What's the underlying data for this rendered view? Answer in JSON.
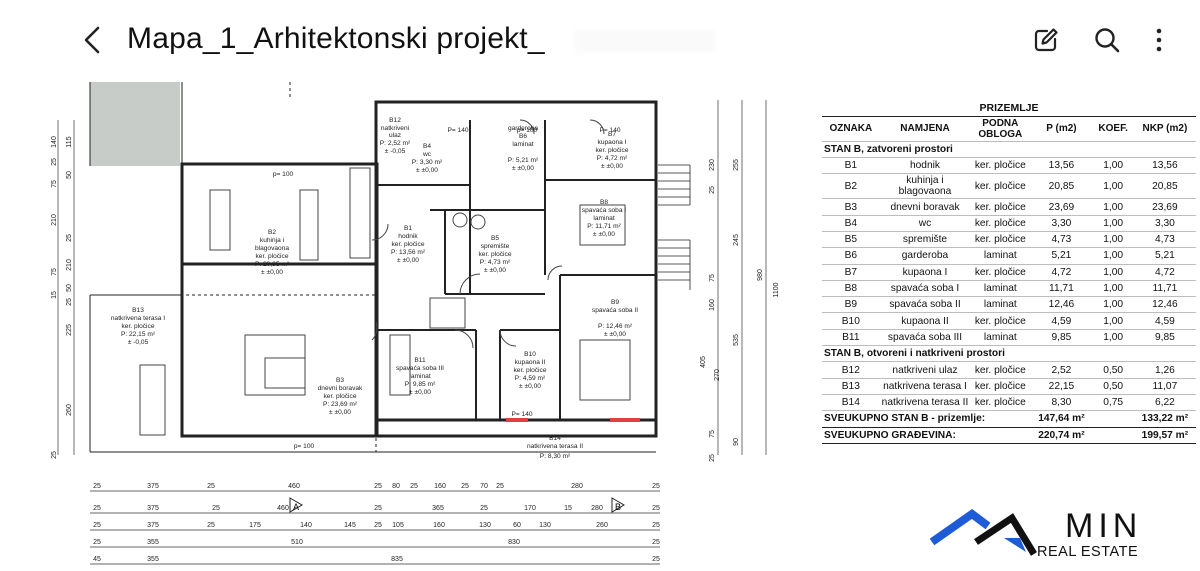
{
  "header": {
    "title": "Mapa_1_Arhitektonski projekt_"
  },
  "plan": {
    "rooms": [
      {
        "code": "B1",
        "name": "hodnik",
        "floor": "ker. pločice",
        "area": "P: 13,56 m²",
        "level": "± ±0,00"
      },
      {
        "code": "B2",
        "name": "kuhinja i",
        "name2": "blagovaona",
        "floor": "ker. pločice",
        "area": "P: 20,85 m²",
        "level": "± ±0,00"
      },
      {
        "code": "B3",
        "name": "dnevni boravak",
        "floor": "ker. pločice",
        "area": "P: 23,69 m²",
        "level": "± ±0,00"
      },
      {
        "code": "B4",
        "name": "wc",
        "floor": "",
        "area": "P: 3,30 m²",
        "level": "± ±0,00"
      },
      {
        "code": "B5",
        "name": "spremište",
        "floor": "ker. pločice",
        "area": "P: 4,73 m²",
        "level": "± ±0,00"
      },
      {
        "code": "B6",
        "name": "garderoba",
        "floor": "laminat",
        "area": "P: 5,21 m²",
        "level": "± ±0,00"
      },
      {
        "code": "B7",
        "name": "kupaona I",
        "floor": "ker. pločice",
        "area": "P: 4,72 m²",
        "level": "± ±0,00"
      },
      {
        "code": "B8",
        "name": "spavaća soba I",
        "floor": "laminat",
        "area": "P: 11,71 m²",
        "level": "± ±0,00"
      },
      {
        "code": "B9",
        "name": "spavaća soba II",
        "floor": "",
        "area": "P: 12,46 m²",
        "level": "± ±0,00"
      },
      {
        "code": "B10",
        "name": "kupaona II",
        "floor": "ker. pločice",
        "area": "P: 4,59 m²",
        "level": "± ±0,00"
      },
      {
        "code": "B11",
        "name": "spavaća soba III",
        "floor": "laminat",
        "area": "P: 9,85 m²",
        "level": "± ±0,00"
      },
      {
        "code": "B12",
        "name": "natkriveni",
        "name2": "ulaz",
        "floor": "",
        "area": "P: 2,52 m²",
        "level": "± -0,05"
      },
      {
        "code": "B13",
        "name": "natkrivena terasa I",
        "floor": "ker. pločice",
        "area": "P: 22,15 m²",
        "level": "± -0,05"
      },
      {
        "code": "B14",
        "name": "natkrivena terasa II",
        "floor": "",
        "area": "P: 8,30 m²",
        "level": ""
      }
    ],
    "marks": {
      "p100": "p= 100",
      "p140": "P= 140",
      "sectionA": "A",
      "sectionB": "B"
    },
    "dim_rows": [
      [
        "25",
        "375",
        "25",
        "460",
        "25",
        "80",
        "25",
        "160",
        "25",
        "70",
        "25",
        "280",
        "25"
      ],
      [
        "25",
        "375",
        "25",
        "460",
        "25",
        "365",
        "25",
        "170",
        "15",
        "280",
        "25"
      ],
      [
        "25",
        "375",
        "25",
        "175",
        "140",
        "145",
        "25",
        "105",
        "160",
        "130",
        "60",
        "130",
        "260",
        "25"
      ],
      [
        "25",
        "355",
        "510",
        "830",
        "25"
      ],
      [
        "45",
        "355",
        "835",
        "25"
      ]
    ],
    "right_dims": [
      "230",
      "25",
      "255",
      "75",
      "245",
      "980",
      "160",
      "1100",
      "535",
      "405",
      "270",
      "90",
      "75",
      "25"
    ],
    "left_dims": [
      "140",
      "115",
      "25",
      "50",
      "75",
      "210",
      "25",
      "210",
      "75",
      "50",
      "15",
      "25",
      "225",
      "260",
      "25"
    ]
  },
  "table": {
    "title": "PRIZEMLJE",
    "headers": [
      "OZNAKA",
      "NAMJENA",
      "PODNA OBLOGA",
      "P (m2)",
      "KOEF.",
      "NKP (m2)"
    ],
    "section_closed": "STAN B, zatvoreni prostori",
    "rows_closed": [
      [
        "B1",
        "hodnik",
        "ker. pločice",
        "13,56",
        "1,00",
        "13,56"
      ],
      [
        "B2",
        "kuhinja i blagovaona",
        "ker. pločice",
        "20,85",
        "1,00",
        "20,85"
      ],
      [
        "B3",
        "dnevni boravak",
        "ker. pločice",
        "23,69",
        "1,00",
        "23,69"
      ],
      [
        "B4",
        "wc",
        "ker. pločice",
        "3,30",
        "1,00",
        "3,30"
      ],
      [
        "B5",
        "spremište",
        "ker. pločice",
        "4,73",
        "1,00",
        "4,73"
      ],
      [
        "B6",
        "garderoba",
        "laminat",
        "5,21",
        "1,00",
        "5,21"
      ],
      [
        "B7",
        "kupaona I",
        "ker. pločice",
        "4,72",
        "1,00",
        "4,72"
      ],
      [
        "B8",
        "spavaća soba I",
        "laminat",
        "11,71",
        "1,00",
        "11,71"
      ],
      [
        "B9",
        "spavaća soba II",
        "laminat",
        "12,46",
        "1,00",
        "12,46"
      ],
      [
        "B10",
        "kupaona II",
        "ker. pločice",
        "4,59",
        "1,00",
        "4,59"
      ],
      [
        "B11",
        "spavaća soba III",
        "laminat",
        "9,85",
        "1,00",
        "9,85"
      ]
    ],
    "section_open": "STAN B, otvoreni i natkriveni prostori",
    "rows_open": [
      [
        "B12",
        "natkriveni ulaz",
        "ker. pločice",
        "2,52",
        "0,50",
        "1,26"
      ],
      [
        "B13",
        "natkrivena terasa I",
        "ker. pločice",
        "22,15",
        "0,50",
        "11,07"
      ],
      [
        "B14",
        "natkrivena terasa II",
        "ker. pločice",
        "8,30",
        "0,75",
        "6,22"
      ]
    ],
    "totals": [
      {
        "label": "SVEUKUPNO STAN B - prizemlje:",
        "p": "147,64 m²",
        "nkp": "133,22 m²"
      },
      {
        "label": "SVEUKUPNO GRAĐEVINA:",
        "p": "220,74 m²",
        "nkp": "199,57 m²"
      }
    ]
  },
  "logo": {
    "brand": "MIN",
    "tagline": "REAL ESTATE",
    "color": "#1e5bd6"
  },
  "icons": {
    "back": "chevron-left-icon",
    "edit": "edit-icon",
    "search": "search-icon",
    "more": "more-vertical-icon"
  }
}
